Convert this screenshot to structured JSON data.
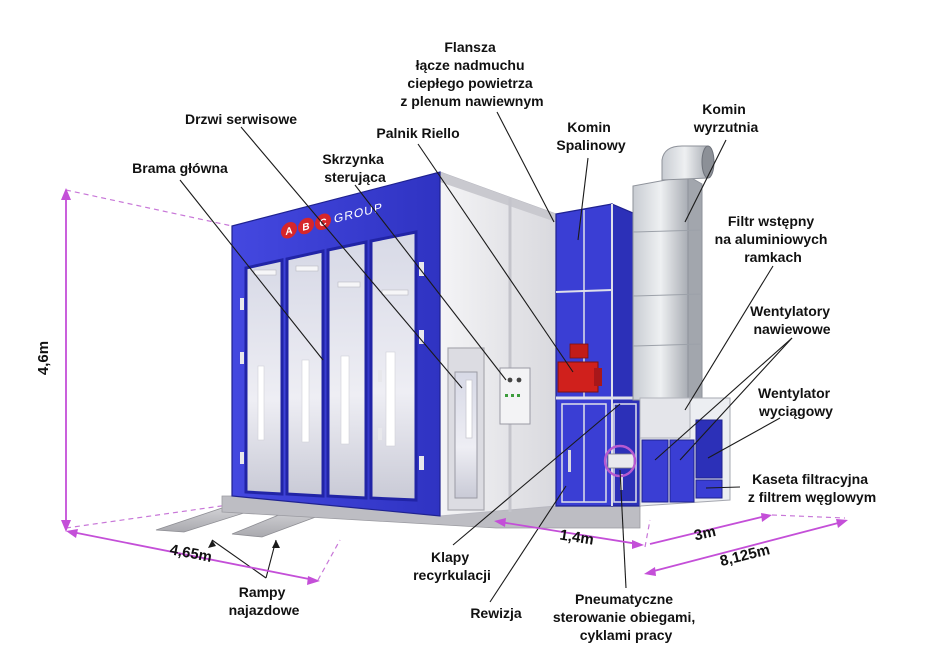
{
  "brand": {
    "logo_letters": [
      "A",
      "B",
      "C"
    ],
    "logo_word": "GROUP",
    "logo_color": "#d7262b"
  },
  "colors": {
    "booth_blue": "#3b3fd6",
    "booth_blue_dark": "#2a2db0",
    "panel_white": "#ececf0",
    "burner_red": "#d0201c",
    "dimension_magenta": "#c44fd8"
  },
  "callouts": {
    "flansza": [
      "Flansza",
      "łącze nadmuchu",
      "ciepłego powietrza",
      "z plenum nawiewnym"
    ],
    "drzwi": [
      "Drzwi serwisowe"
    ],
    "palnik": [
      "Palnik Riello"
    ],
    "komin_spalinowy": [
      "Komin",
      "Spalinowy"
    ],
    "komin_wyrzutnia": [
      "Komin",
      "wyrzutnia"
    ],
    "brama": [
      "Brama główna"
    ],
    "skrzynka": [
      "Skrzynka",
      "sterująca"
    ],
    "filtr": [
      "Filtr wstępny",
      "na aluminiowych",
      "ramkach"
    ],
    "wentylatory_nawiewowe": [
      "Wentylatory",
      "nawiewowe"
    ],
    "wentylator_wyciagowy": [
      "Wentylator",
      "wyciągowy"
    ],
    "kaseta": [
      "Kaseta filtracyjna",
      "z filtrem węglowym"
    ],
    "klapy": [
      "Klapy",
      "recyrkulacji"
    ],
    "rampy": [
      "Rampy",
      "najazdowe"
    ],
    "rewizja": [
      "Rewizja"
    ],
    "pneumatyczne": [
      "Pneumatyczne",
      "sterowanie obiegami,",
      "cyklami pracy"
    ]
  },
  "dimensions": {
    "height": "4,6m",
    "width": "4,65m",
    "segment_a": "1,4m",
    "segment_b": "3m",
    "length": "8,125m"
  }
}
